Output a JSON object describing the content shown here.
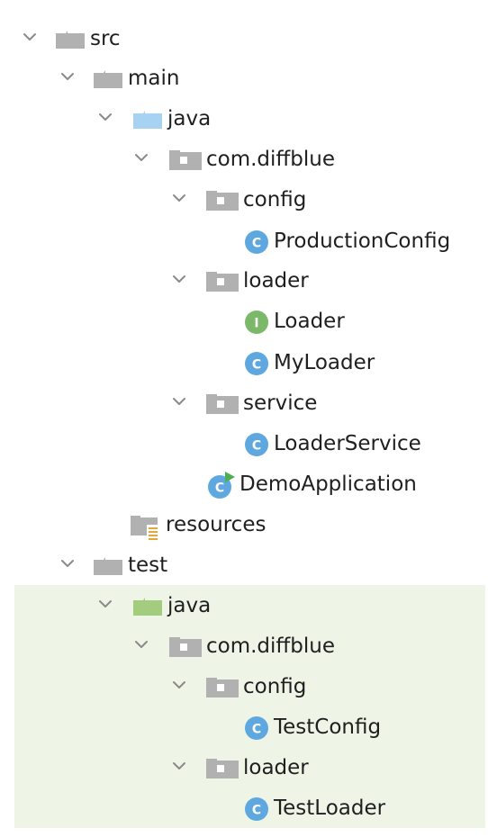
{
  "colors": {
    "folder_gray": "#b1b1b1",
    "folder_blue": "#a8d2f1",
    "folder_green": "#a4cc7f",
    "class_blue": "#5ea8df",
    "interface_green": "#7cb86a",
    "test_highlight": "#eef5e7"
  },
  "tree": {
    "nodes": [
      {
        "label": "src",
        "icon": "folder-gray-icon",
        "expanded": true
      },
      {
        "label": "main",
        "icon": "folder-gray-icon",
        "expanded": true
      },
      {
        "label": "java",
        "icon": "source-root-folder-icon",
        "expanded": true
      },
      {
        "label": "com.diffblue",
        "icon": "package-folder-icon",
        "expanded": true
      },
      {
        "label": "config",
        "icon": "package-folder-icon",
        "expanded": true
      },
      {
        "label": "ProductionConfig",
        "icon": "java-class-icon",
        "badge": "C"
      },
      {
        "label": "loader",
        "icon": "package-folder-icon",
        "expanded": true
      },
      {
        "label": "Loader",
        "icon": "java-interface-icon",
        "badge": "I"
      },
      {
        "label": "MyLoader",
        "icon": "java-class-icon",
        "badge": "C"
      },
      {
        "label": "service",
        "icon": "package-folder-icon",
        "expanded": true
      },
      {
        "label": "LoaderService",
        "icon": "java-class-icon",
        "badge": "C"
      },
      {
        "label": "DemoApplication",
        "icon": "java-application-class-icon",
        "badge": "C"
      },
      {
        "label": "resources",
        "icon": "resources-folder-icon"
      },
      {
        "label": "test",
        "icon": "folder-gray-icon",
        "expanded": true
      },
      {
        "label": "java",
        "icon": "test-root-folder-icon",
        "expanded": true
      },
      {
        "label": "com.diffblue",
        "icon": "package-folder-icon",
        "expanded": true
      },
      {
        "label": "config",
        "icon": "package-folder-icon",
        "expanded": true
      },
      {
        "label": "TestConfig",
        "icon": "java-class-icon",
        "badge": "C"
      },
      {
        "label": "loader",
        "icon": "package-folder-icon",
        "expanded": true
      },
      {
        "label": "TestLoader",
        "icon": "java-class-icon",
        "badge": "C"
      }
    ]
  }
}
